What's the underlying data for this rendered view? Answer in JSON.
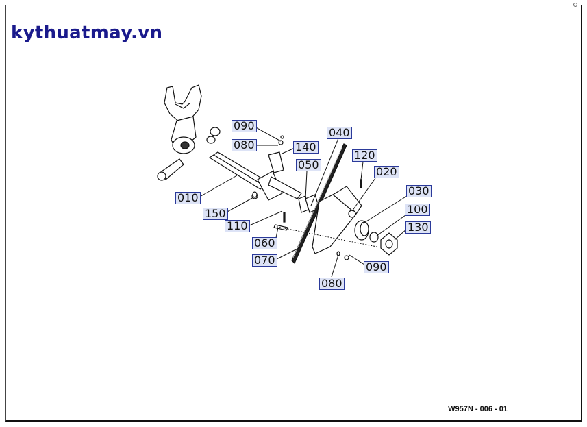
{
  "watermark": {
    "text": "kythuatmay.vn",
    "color": "#1a1a8c"
  },
  "drawing_code": "W957N - 006 - 01",
  "callouts": {
    "c090_top": "090",
    "c080_top": "080",
    "c140": "140",
    "c040": "040",
    "c050": "050",
    "c120": "120",
    "c020": "020",
    "c030": "030",
    "c100": "100",
    "c130": "130",
    "c010": "010",
    "c150": "150",
    "c110": "110",
    "c060": "060",
    "c070": "070",
    "c080_bottom": "080",
    "c090_bottom": "090"
  }
}
